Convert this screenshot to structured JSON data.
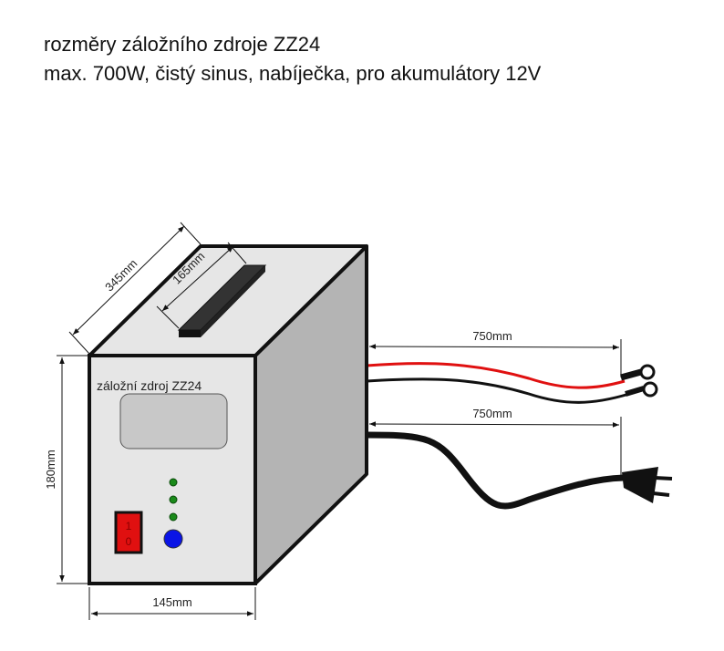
{
  "title": {
    "line1": "rozměry záložního zdroje ZZ24",
    "line2": "max. 700W, čistý sinus, nabíječka, pro akumulátory 12V"
  },
  "device": {
    "label": "záložní zdroj ZZ24",
    "switch_on": "1",
    "switch_off": "0"
  },
  "dimensions": {
    "depth": "345mm",
    "handle": "165mm",
    "height": "180mm",
    "width": "145mm",
    "battery_cable": "750mm",
    "power_cord": "750mm"
  },
  "colors": {
    "front": "#e6e6e6",
    "side": "#b4b4b4",
    "red_wire": "#e01010",
    "led": "#1a8a1a",
    "button": "#0a14e6"
  }
}
